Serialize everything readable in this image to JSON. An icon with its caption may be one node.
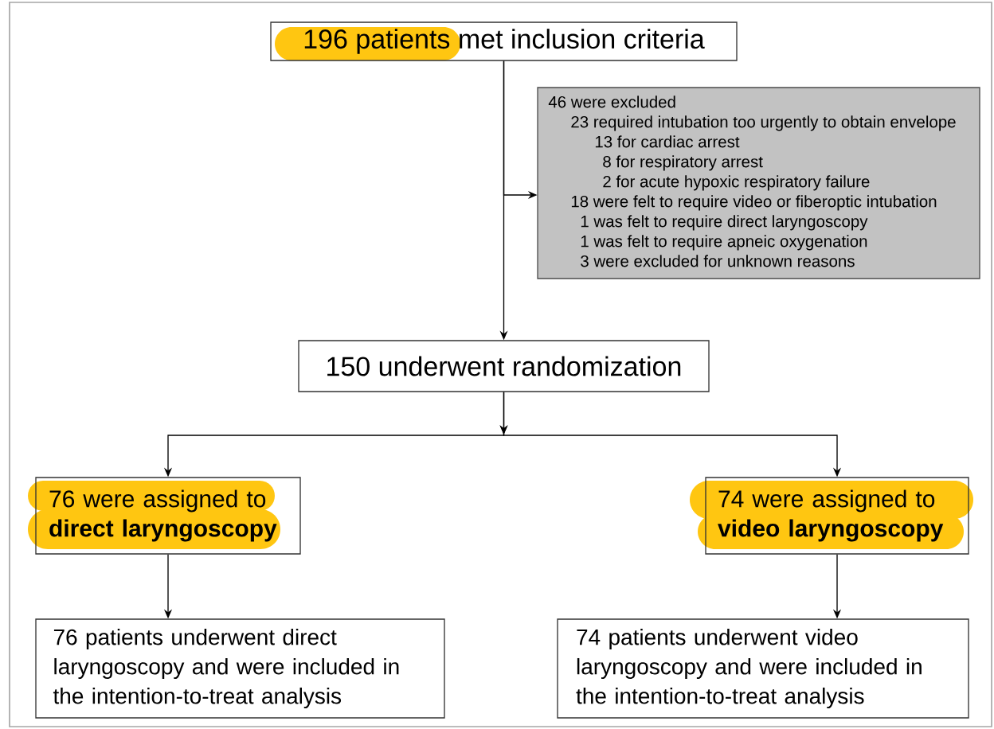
{
  "diagram": {
    "nodes": [
      {
        "text": [
          "196 patients met inclusion criteria"
        ]
      },
      {
        "text": [
          "46 were excluded",
          "23 required intubation too urgently to obtain envelope",
          "13 for cardiac arrest",
          "8 for respiratory arrest",
          "2 for acute hypoxic respiratory failure",
          "18 were felt to require video or fiberoptic intubation",
          "1 was felt to require direct laryngoscopy",
          "1 was felt to require apneic oxygenation",
          "3 were excluded for unknown reasons"
        ]
      },
      {
        "text": [
          "150 underwent randomization"
        ]
      },
      {
        "text": [
          "76 were assigned to **direct laryngoscopy**"
        ]
      },
      {
        "text": [
          "74 were assigned to **video laryngoscopy**"
        ]
      },
      {
        "text": [
          "76 patients underwent direct laryngoscopy and were included in the intention-to-treat analysis"
        ]
      },
      {
        "text": [
          "74 patients underwent video laryngoscopy and were included in the intention-to-treat analysis"
        ]
      }
    ],
    "edges": [
      {
        "from": 0,
        "to": 1,
        "arrow": "to"
      },
      {
        "from": 0,
        "to": 2,
        "arrow": "to"
      },
      {
        "from": 2,
        "to": 3,
        "arrow": "to"
      },
      {
        "from": 2,
        "to": 4,
        "arrow": "to"
      },
      {
        "from": 3,
        "to": 5,
        "arrow": "to"
      },
      {
        "from": 4,
        "to": 6,
        "arrow": "to"
      }
    ]
  }
}
